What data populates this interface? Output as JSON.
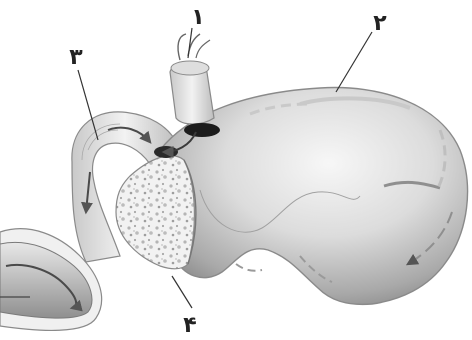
{
  "labels": {
    "one": "۱",
    "two": "۲",
    "three": "۳",
    "four": "۴"
  },
  "colors": {
    "outline": "#7a7a7a",
    "fill_dark": "#8c8c8c",
    "fill_mid": "#bdbdbd",
    "fill_light": "#eeeeee",
    "text": "#222222"
  }
}
